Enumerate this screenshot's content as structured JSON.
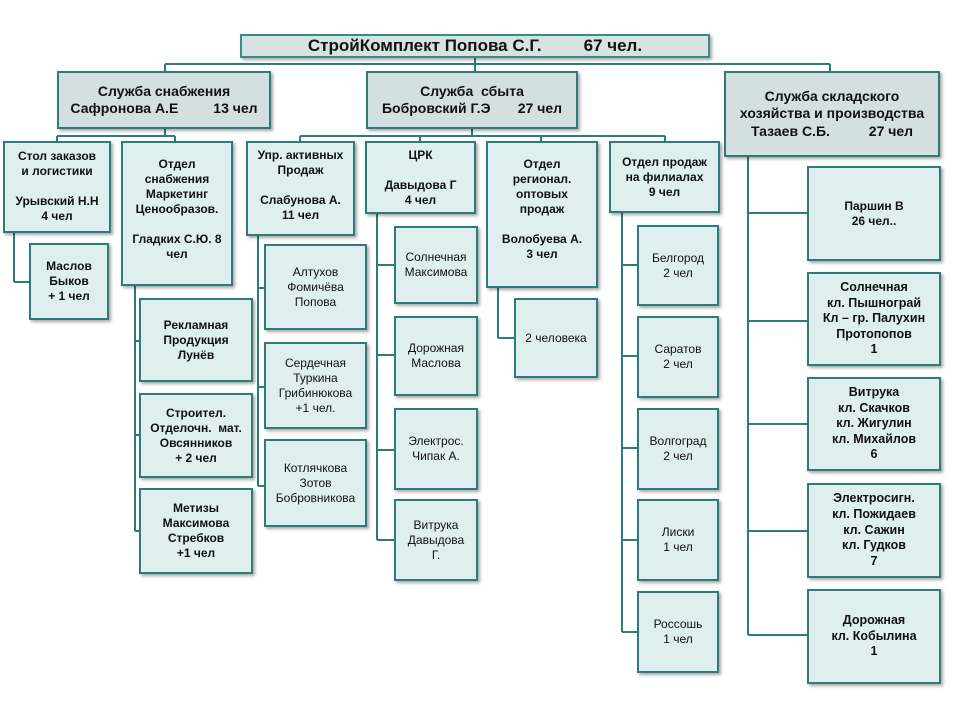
{
  "root": {
    "title": "СтройКомплект Попова С.Г.",
    "count": "67 чел."
  },
  "divisions": [
    {
      "lines": [
        "Служба снабжения",
        "Сафронова А.Е         13 чел"
      ]
    },
    {
      "lines": [
        "Служба  сбыта",
        "Бобровский Г.Э       27 чел"
      ]
    },
    {
      "lines": [
        "Служба складского",
        "хозяйства и производства",
        "Тазаев С.Б.          27 чел"
      ]
    }
  ],
  "units": {
    "stol": [
      "Стол заказов",
      "и логистики",
      "",
      "Урывский Н.Н",
      "4 чел"
    ],
    "maslov": [
      "Маслов",
      "Быков",
      "+ 1 чел"
    ],
    "otdel_snab": [
      "Отдел",
      "снабжения",
      "Маркетинг",
      "Ценообразов.",
      "",
      "Гладких С.Ю. 8",
      "чел"
    ],
    "reklam": [
      "Рекламная",
      "Продукция",
      "Лунёв"
    ],
    "stroitel": [
      "Строител.",
      "Отделочн.  мат.",
      "Овсянников",
      "+ 2 чел"
    ],
    "metizy": [
      "Метизы",
      "Максимова",
      "Стребков",
      "+1 чел"
    ],
    "upr": [
      "Упр. активных",
      "Продаж",
      "",
      "Слабунова А.",
      "11 чел"
    ],
    "altuhov": [
      "Алтухов",
      "Фомичёва",
      "Попова"
    ],
    "serdech": [
      "Сердечная",
      "Туркина",
      "Грибинюкова",
      "+1 чел."
    ],
    "kotlyach": [
      "Котлячкова",
      "Зотов",
      "Бобровникова"
    ],
    "crk": [
      "ЦРК",
      "",
      "Давыдова Г",
      "4 чел"
    ],
    "solnech1": [
      "Солнечная",
      "Максимова"
    ],
    "dorozh1": [
      "Дорожная",
      "Маслова"
    ],
    "elektros": [
      "Электрос.",
      "Чипак А."
    ],
    "vitruka1": [
      "Витрука",
      "Давыдова",
      "Г."
    ],
    "otdel_reg": [
      "Отдел",
      "регионал.",
      "оптовых",
      "продаж",
      "",
      "Волобуева А.",
      "3 чел"
    ],
    "dva_chel": [
      "2 человека"
    ],
    "otdel_fil": [
      "Отдел продаж",
      "на филиалах",
      "9 чел"
    ],
    "belgorod": [
      "Белгород",
      "2 чел"
    ],
    "saratov": [
      "Саратов",
      "2 чел"
    ],
    "volgograd": [
      "Волгоград",
      "2 чел"
    ],
    "liski": [
      "Лиски",
      "1 чел"
    ],
    "rossosh": [
      "Россошь",
      "1 чел"
    ],
    "parshin": [
      "Паршин В",
      "26 чел.."
    ],
    "solnech2": [
      "Солнечная",
      "кл. Пышнограй",
      "Кл – гр. Палухин",
      "Протопопов",
      "1"
    ],
    "vitruka2": [
      "Витрука",
      "кл. Скачков",
      "кл. Жигулин",
      "кл. Михайлов",
      "6"
    ],
    "elektrosign": [
      "Электросигн.",
      "кл. Пожидаев",
      "кл. Сажин",
      "кл. Гудков",
      "7"
    ],
    "dorozh2": [
      "Дорожная",
      "кл. Кобылина",
      "1"
    ]
  }
}
